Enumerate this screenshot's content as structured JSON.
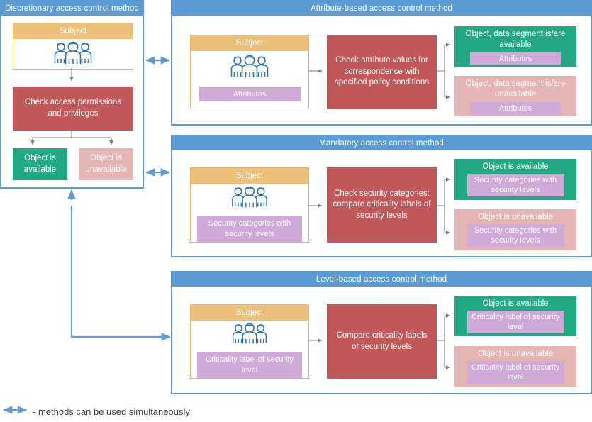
{
  "panels": {
    "discretionary": {
      "title": "Discretionary access control method",
      "subject_title": "Subject",
      "process": "Check access permissions and privileges",
      "result_ok": "Object is available",
      "result_no": "Object is unavailable"
    },
    "attribute": {
      "title": "Attribute-based access control method",
      "subject_title": "Subject",
      "subject_tag": "Attributes",
      "process": "Check attribute values for correspondence with specified policy conditions",
      "outcome_ok_title": "Object, data segment is/are available",
      "outcome_ok_tag": "Attributes",
      "outcome_no_title": "Object, data segment is/are unavailable",
      "outcome_no_tag": "Attributes"
    },
    "mandatory": {
      "title": "Mandatory access control method",
      "subject_title": "Subject",
      "subject_tag": "Security categories with security levels",
      "process": "Check security categories: compare criticality labels of security levels",
      "outcome_ok_title": "Object is available",
      "outcome_ok_tag": "Security categories with security levels",
      "outcome_no_title": "Object is unavailable",
      "outcome_no_tag": "Security categories with security levels"
    },
    "level": {
      "title": "Level-based access control method",
      "subject_title": "Subject",
      "subject_tag": "Criticality label of security level",
      "process": "Compare criticality labels of security levels",
      "outcome_ok_title": "Object is available",
      "outcome_ok_tag": "Criticality label of security level",
      "outcome_no_title": "Object is unavailable",
      "outcome_no_tag": "Criticality label of security level"
    }
  },
  "legend": {
    "text": "- methods can be used simultaneously",
    "arrow_icon": "double-arrow-icon"
  },
  "icons": {
    "people": "people-group-icon"
  },
  "colors": {
    "panel_border": "#5b9bd5",
    "panel_header": "#5b9bd5",
    "subject_header": "#ecc07a",
    "subject_border": "#e8b666",
    "process": "#c1595b",
    "available": "#22a884",
    "unavailable": "#e4b5b2",
    "tag": "#cfa9d8",
    "connector_gray": "#808080",
    "connector_blue": "#5b9bd5"
  }
}
